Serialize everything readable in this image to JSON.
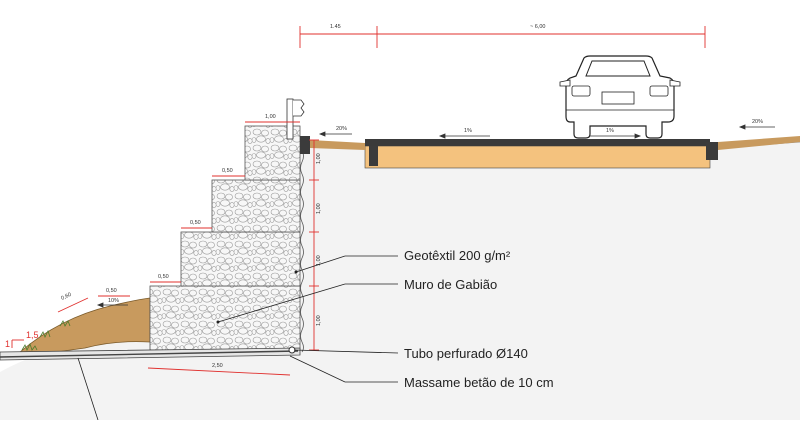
{
  "top_dimensions": {
    "shoulder": "1.45",
    "lane": "~ 6,00"
  },
  "step_widths": [
    "1,00",
    "0,50",
    "0,50",
    "0,50",
    "0,50"
  ],
  "step_heights": [
    "1,00",
    "1,00",
    "1,00",
    "1,00"
  ],
  "base_width": "2,50",
  "slopes": {
    "left_shoulder": "20%",
    "road_a": "1%",
    "road_b": "1%",
    "right_shoulder": "20%",
    "toe": "10%"
  },
  "toe_dim": "0,60",
  "bank_ratio": {
    "rise": "1",
    "run": "1,5"
  },
  "callouts": {
    "geotextile": "Geotêxtil 200 g/m²",
    "gabion": "Muro de Gabião",
    "pipe": "Tubo perfurado Ø140",
    "concrete": "Massame betão de 10 cm"
  },
  "colors": {
    "dimension": "#e0302e",
    "ground": "#f3f3f3",
    "road_base": "#f4c27e",
    "asphalt": "#3a3a3a",
    "soil": "#c89a5e",
    "stone": "#f7f7f7",
    "line": "#444444"
  }
}
